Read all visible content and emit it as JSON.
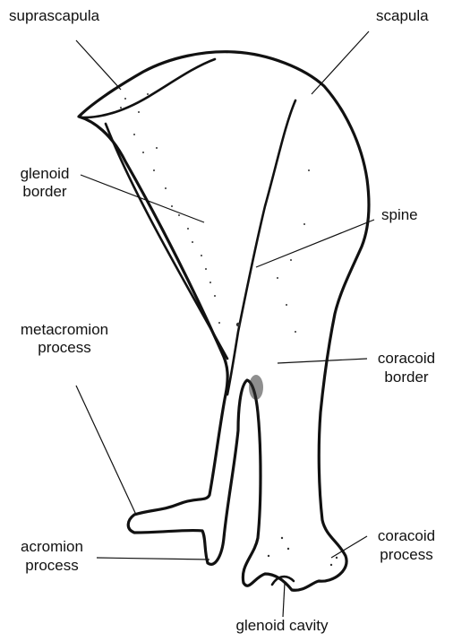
{
  "labels": {
    "suprascapula": "suprascapula",
    "scapula": "scapula",
    "glenoid_border_1": "glenoid",
    "glenoid_border_2": "border",
    "spine": "spine",
    "metacromion_1": "metacromion",
    "metacromion_2": "process",
    "coracoid_border_1": "coracoid",
    "coracoid_border_2": "border",
    "acromion_1": "acromion",
    "acromion_2": "process",
    "coracoid_process_1": "coracoid",
    "coracoid_process_2": "process",
    "glenoid_cavity": "glenoid cavity"
  },
  "colors": {
    "ink": "#111111",
    "background": "#ffffff"
  }
}
